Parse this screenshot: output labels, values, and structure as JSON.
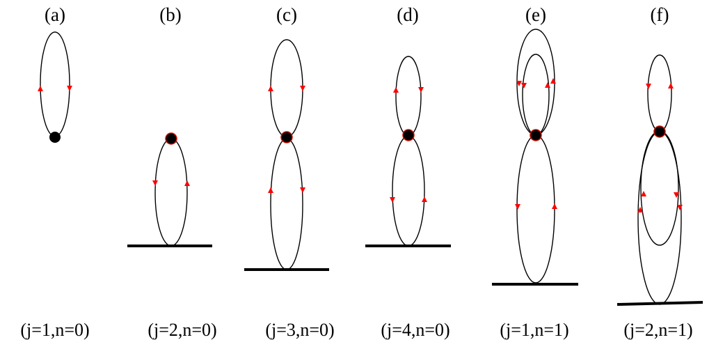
{
  "panels": [
    {
      "letter": "(a)",
      "caption": "(j=1,n=0)"
    },
    {
      "letter": "(b)",
      "caption": "(j=2,n=0)"
    },
    {
      "letter": "(c)",
      "caption": "(j=3,n=0)"
    },
    {
      "letter": "(d)",
      "caption": "(j=4,n=0)"
    },
    {
      "letter": "(e)",
      "caption": "(j=1,n=1)"
    },
    {
      "letter": "(f)",
      "caption": "(j=2,n=1)"
    }
  ],
  "colors": {
    "line": "#000000",
    "arrow": "#ff0000",
    "node_outline": "#d01000",
    "background": "#ffffff"
  }
}
